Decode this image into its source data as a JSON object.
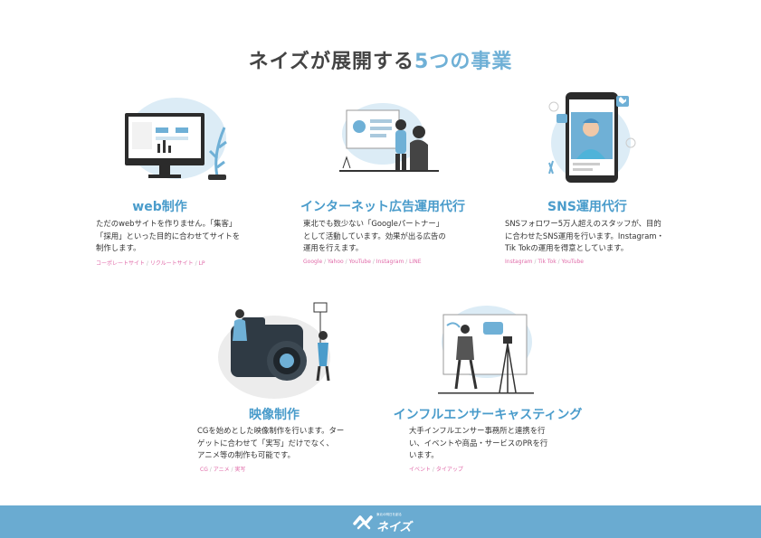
{
  "page_title": {
    "main": "ネイズが展開する",
    "accent": "5つの事業"
  },
  "services": [
    {
      "title": "web制作",
      "desc": [
        "ただのwebサイトを作りません。「集客」",
        "「採用」といった目的に合わせてサイトを",
        "制作します。"
      ],
      "tags": [
        "コーポレートサイト",
        "リクルートサイト",
        "LP"
      ]
    },
    {
      "title": "インターネット広告運用代行",
      "desc": [
        "東北でも数少ない「Googleパートナー」",
        "として活動しています。効果が出る広告の",
        "運用を行えます。"
      ],
      "tags": [
        "Google",
        "Yahoo",
        "YouTube",
        "Instagram",
        "LINE"
      ]
    },
    {
      "title": "SNS運用代行",
      "desc": [
        "SNSフォロワー5万人超えのスタッフが、目的",
        "に合わせたSNS運用を行います。Instagram・",
        "Tik Tokの運用を得意としています。"
      ],
      "tags": [
        "Instagram",
        "Tik Tok",
        "YouTube"
      ]
    },
    {
      "title": "映像制作",
      "desc": [
        "CGを始めとした映像制作を行います。ター",
        "ゲットに合わせて「実写」だけでなく、",
        "アニメ等の制作も可能です。"
      ],
      "tags": [
        "CG",
        "アニメ",
        "実写"
      ]
    },
    {
      "title": "インフルエンサーキャスティング",
      "desc": [
        "大手インフルエンサー事務所と連携を行",
        "い、イベントや商品・サービスのPRを行",
        "います。"
      ],
      "tags": [
        "イベント",
        "タイアップ"
      ]
    }
  ],
  "footer": {
    "logo_tagline": "東北の明日を創る",
    "logo_name": "ネイズ"
  },
  "colors": {
    "accent_blue": "#6fb0d6",
    "heading_blue": "#4a9ccb",
    "tag_pink": "#e06aa8",
    "footer_bg": "#6aabd1"
  }
}
